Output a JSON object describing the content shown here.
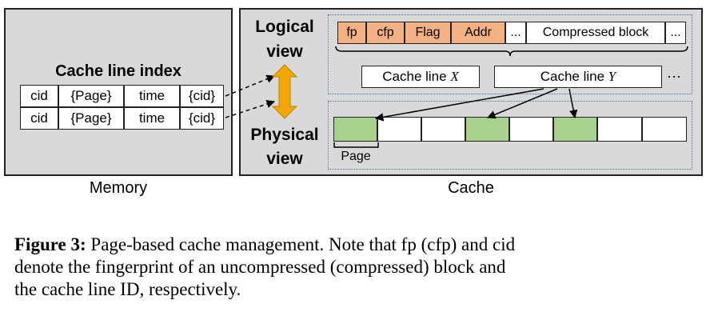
{
  "memory": {
    "title": "Cache line index",
    "rows": [
      [
        "cid",
        "{Page}",
        "time",
        "{cid}"
      ],
      [
        "cid",
        "{Page}",
        "time",
        "{cid}"
      ]
    ],
    "label": "Memory"
  },
  "views": {
    "logical": [
      "Logical",
      "view"
    ],
    "physical": [
      "Physical",
      "view"
    ]
  },
  "cache": {
    "label": "Cache",
    "header_fields": [
      "fp",
      "cfp",
      "Flag",
      "Addr"
    ],
    "ellipsis": "...",
    "compressed_block": "Compressed block",
    "cache_line_prefix": "Cache line",
    "cache_line_x_var": "X",
    "cache_line_y_var": "Y",
    "more": "···",
    "page_label": "Page",
    "slots": [
      true,
      false,
      false,
      true,
      false,
      true,
      false,
      false
    ]
  },
  "caption": {
    "label": "Figure 3:",
    "line1": "Page-based cache management. Note that fp (cfp) and cid",
    "line2": "denote the fingerprint of an uncompressed (compressed) block and",
    "line3": "the cache line ID, respectively."
  }
}
